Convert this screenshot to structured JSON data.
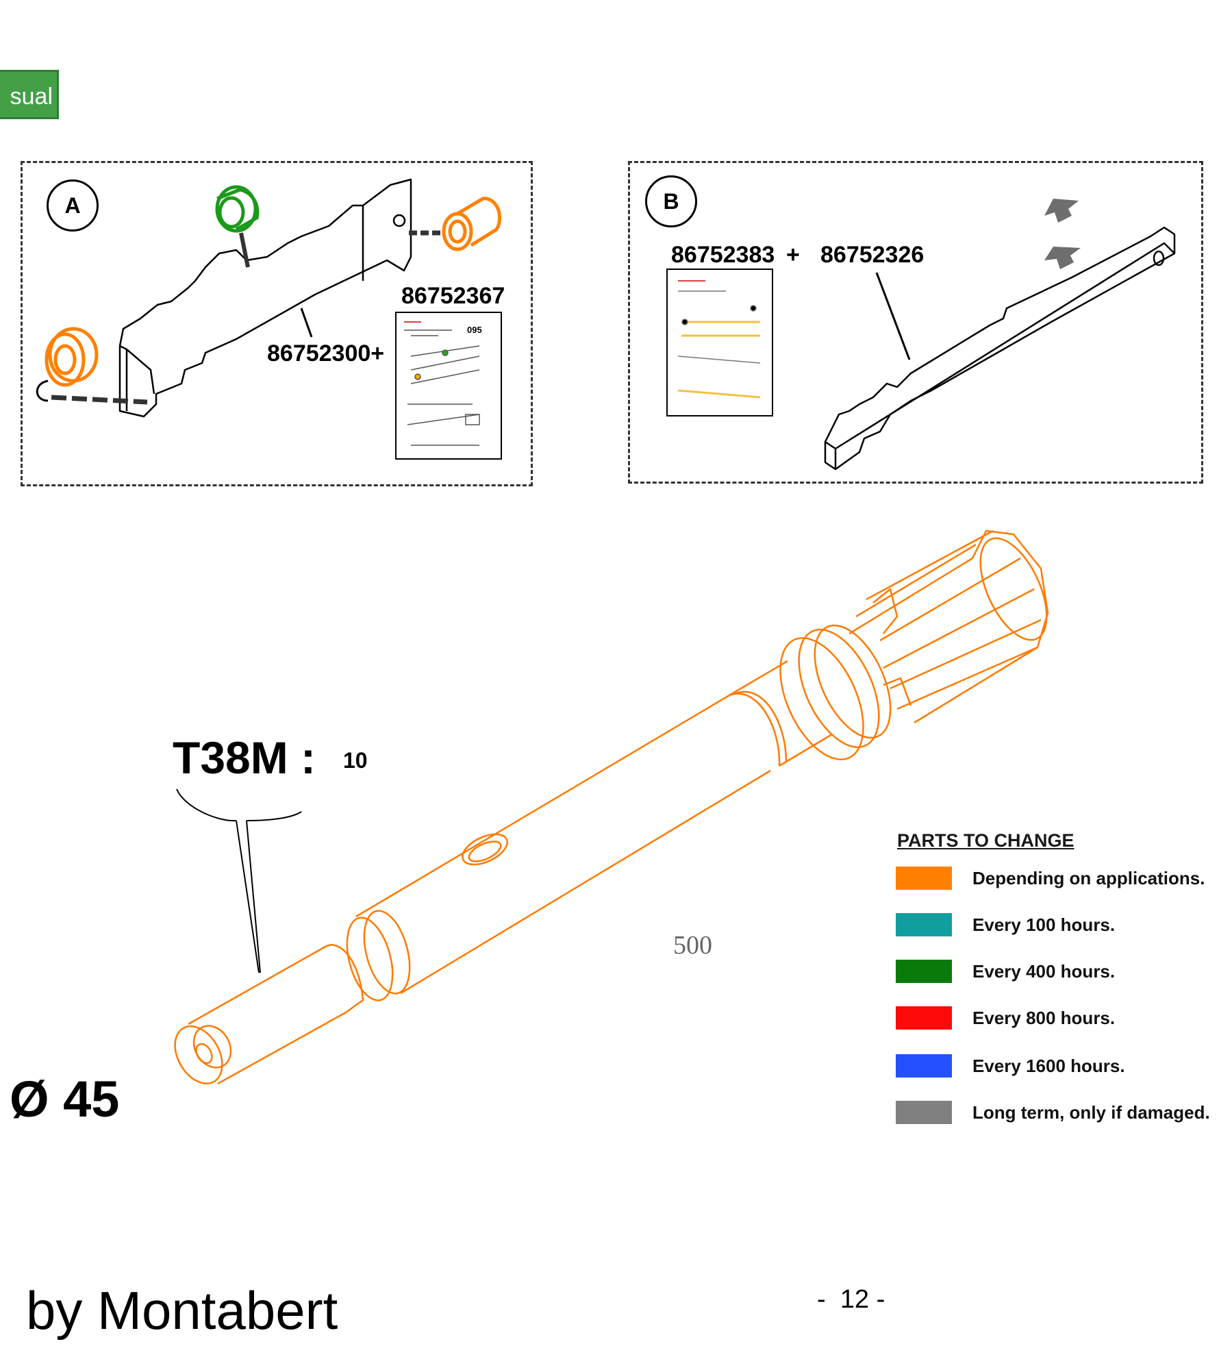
{
  "tag": {
    "label": "sual"
  },
  "panel_a": {
    "badge": "A",
    "part_main": "86752300+",
    "part_doc": "86752367",
    "doc_code": "095"
  },
  "panel_b": {
    "badge": "B",
    "part_left": "86752383",
    "plus": "+",
    "part_right": "86752326"
  },
  "shank": {
    "model": "T38M :",
    "quantity": "10",
    "diameter": "Ø 45",
    "length": "500"
  },
  "legend": {
    "title": "PARTS TO CHANGE",
    "items": [
      {
        "label": "Depending on applications.",
        "color": "#ff8000"
      },
      {
        "label": "Every 100 hours.",
        "color": "#119e9e"
      },
      {
        "label": "Every 400 hours.",
        "color": "#0a7a0a"
      },
      {
        "label": "Every 800 hours.",
        "color": "#ff0a0a"
      },
      {
        "label": "Every 1600 hours.",
        "color": "#2450ff"
      },
      {
        "label": "Long term, only if damaged.",
        "color": "#808080"
      }
    ]
  },
  "footer": {
    "brand": "by Montabert",
    "page": "-  12 -"
  }
}
